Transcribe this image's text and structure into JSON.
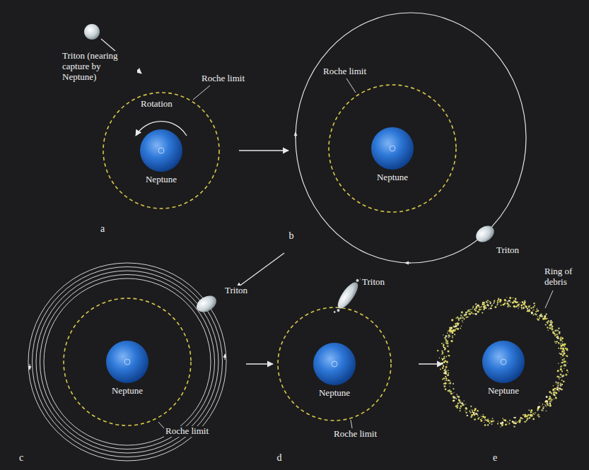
{
  "diagram": {
    "labels": [
      "Triton (nearing capture by Neptune)",
      "Roche limit",
      "Rotation",
      "Neptune",
      "a",
      "Roche limit",
      "Neptune",
      "Triton",
      "b",
      "Triton",
      "Neptune",
      "Roche limit",
      "c",
      "Triton",
      "Neptune",
      "Roche limit",
      "d",
      "Ring of debris",
      "Neptune",
      "e"
    ]
  }
}
